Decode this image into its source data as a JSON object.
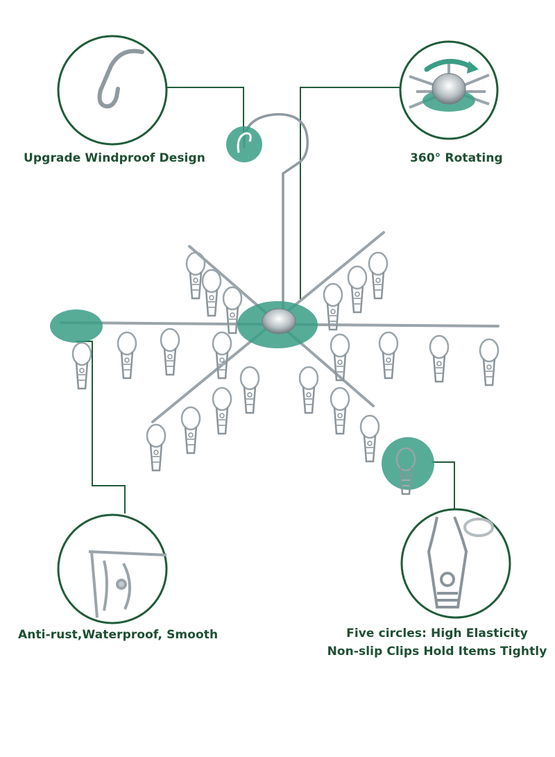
{
  "colors": {
    "accent_teal": "#3a9d86",
    "dark_green": "#1f5c3a",
    "steel": "#8f9aa0",
    "steel_light": "#d5dadd",
    "text": "#1e4f33"
  },
  "features": [
    {
      "label": "Upgrade Windproof Design",
      "icon": "hook-icon"
    },
    {
      "label": "360° Rotating",
      "icon": "rotating-hub-icon"
    },
    {
      "label": "Anti-rust,Waterproof, Smooth",
      "icon": "arm-end-icon"
    },
    {
      "label_line1": "Five circles: High Elasticity",
      "label_line2": "Non-slip Clips Hold Items Tightly",
      "icon": "clip-icon"
    }
  ]
}
